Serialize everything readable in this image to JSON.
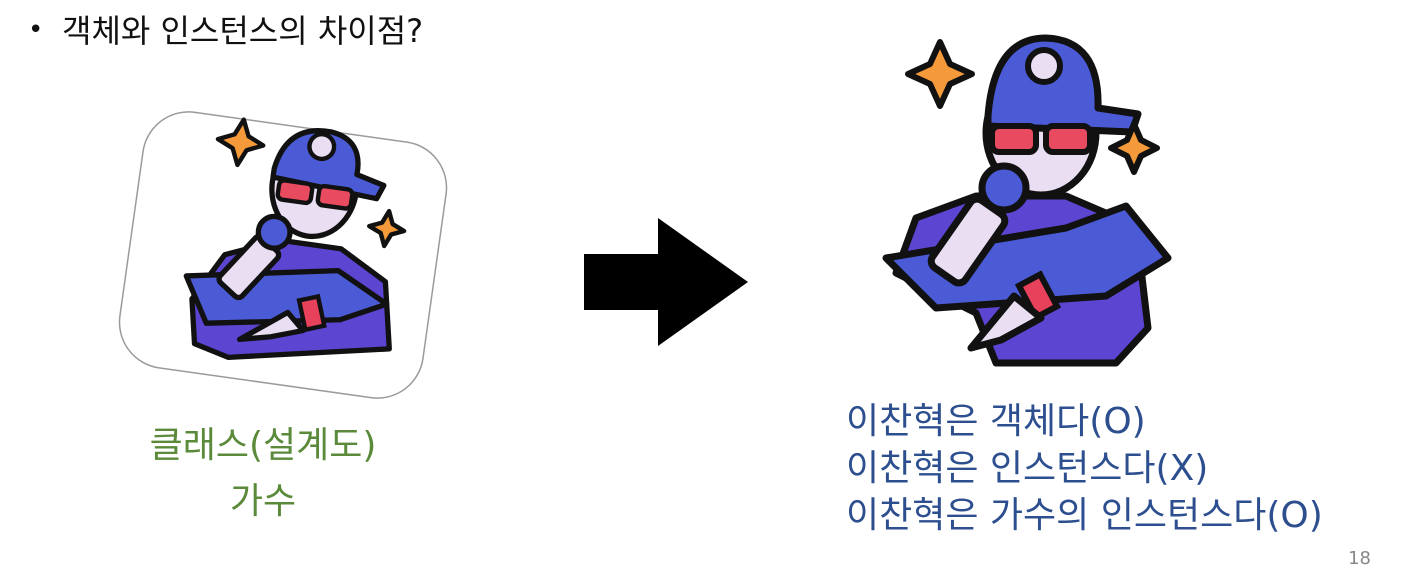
{
  "slide": {
    "bullet": "•",
    "heading": "객체와 인스턴스의 차이점?",
    "left_caption": {
      "line1": "클래스(설계도)",
      "line2": "가수"
    },
    "right_caption": {
      "line1": "이찬혁은 객체다(O)",
      "line2": "이찬혁은 인스턴스다(X)",
      "line3": "이찬혁은 가수의 인스턴스다(O)"
    },
    "page_number": "18"
  },
  "icons": {
    "left_image": "singer-sticker-icon",
    "arrow": "right-arrow-icon",
    "right_image": "singer-icon"
  },
  "colors": {
    "heading": "#111111",
    "left_caption": "#5a8a3a",
    "right_caption": "#2d4f8f",
    "cap": "#4b5bd6",
    "jacket": "#5b45d1",
    "sleeve_stripe": "#e8415c",
    "glasses": "#e84a5f",
    "star": "#f59a3a",
    "face": "#e9def2"
  }
}
